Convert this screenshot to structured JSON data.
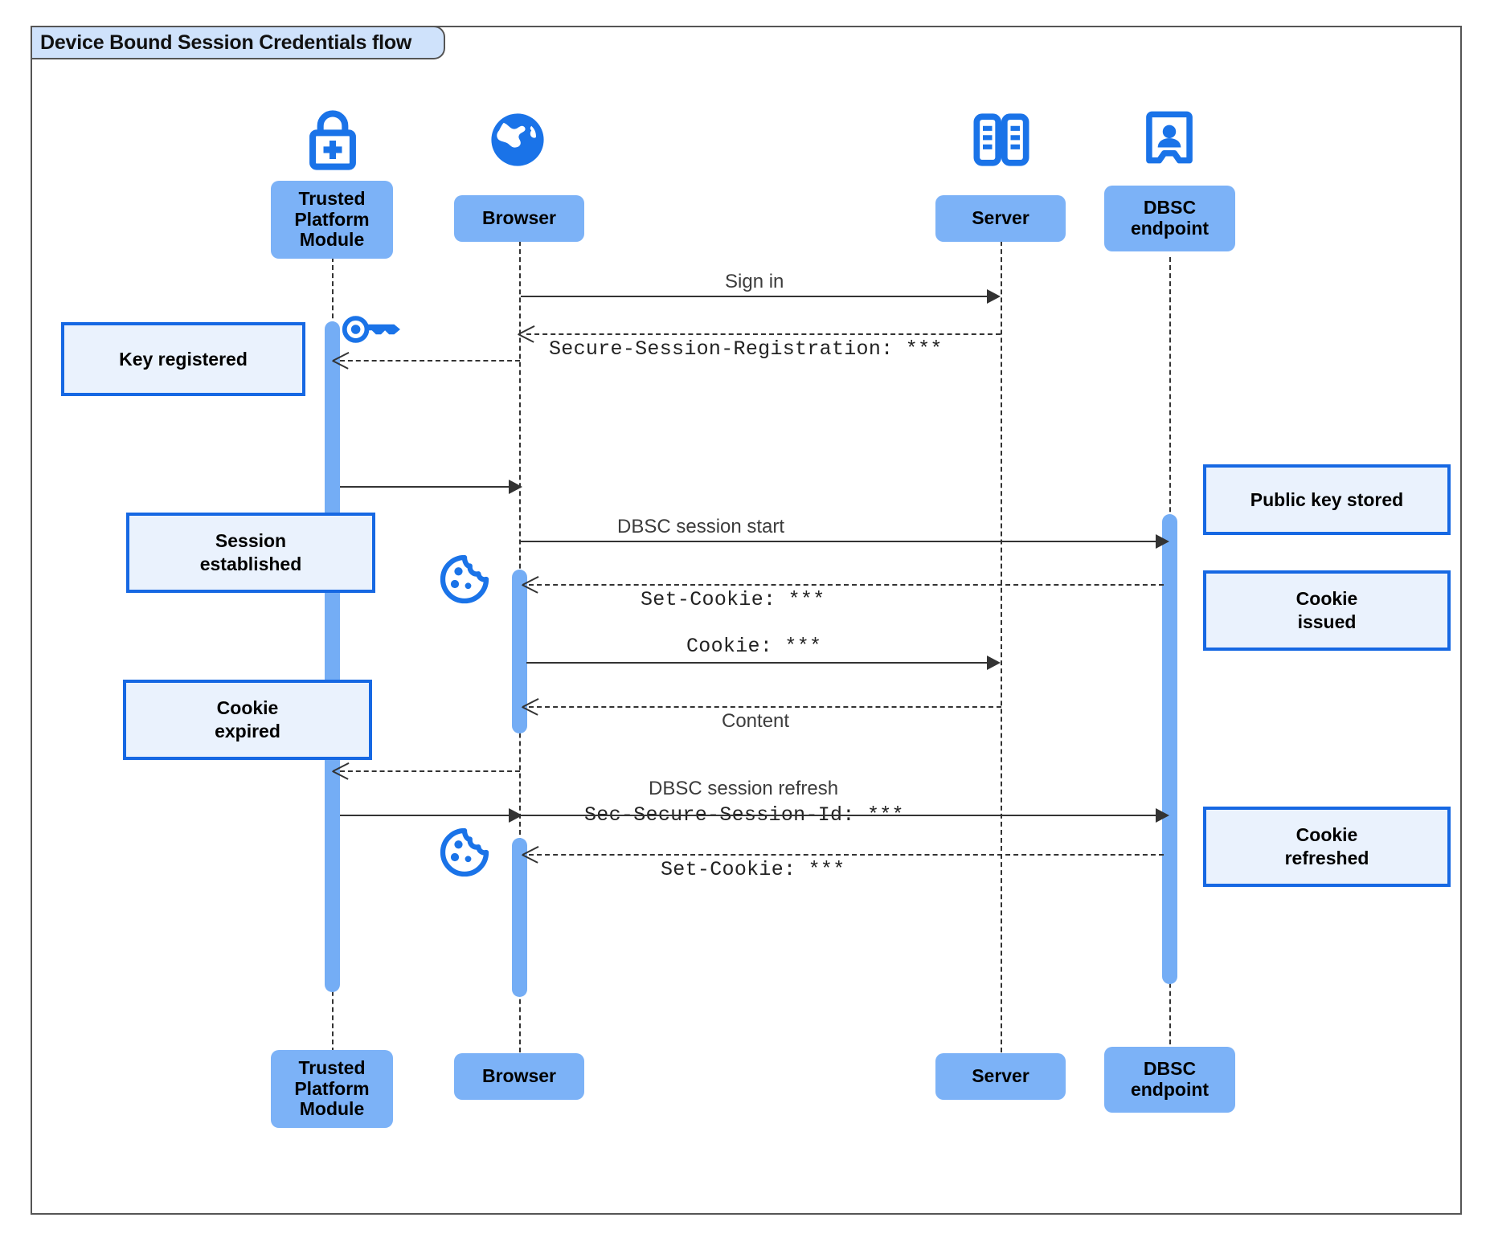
{
  "diagram": {
    "title": "Device Bound Session Credentials flow",
    "type": "sequence-diagram",
    "colors": {
      "participant_fill": "#7cb2f7",
      "activation_fill": "#74adf5",
      "note_fill": "#eaf2fd",
      "note_border": "#1668e3",
      "icon_blue": "#1a73e8",
      "frame_border": "#555555",
      "frame_tab_fill": "#cfe2fb"
    }
  },
  "participants": [
    {
      "id": "tpm",
      "label": "Trusted\nPlatform\nModule",
      "label_line1": "Trusted",
      "label_line2": "Platform",
      "label_line3": "Module",
      "icon": "lock-plus-icon"
    },
    {
      "id": "browser",
      "label": "Browser",
      "icon": "globe-icon"
    },
    {
      "id": "server",
      "label": "Server",
      "icon": "server-rack-icon"
    },
    {
      "id": "dbsc",
      "label": "DBSC\nendpoint",
      "label_line1": "DBSC",
      "label_line2": "endpoint",
      "icon": "id-badge-icon"
    }
  ],
  "footer_participants": [
    {
      "id": "tpm",
      "label_line1": "Trusted",
      "label_line2": "Platform",
      "label_line3": "Module"
    },
    {
      "id": "browser",
      "label": "Browser"
    },
    {
      "id": "server",
      "label": "Server"
    },
    {
      "id": "dbsc",
      "label_line1": "DBSC",
      "label_line2": "endpoint"
    }
  ],
  "messages": [
    {
      "id": "m1",
      "from": "browser",
      "to": "server",
      "label": "Sign in",
      "style": "solid",
      "font": "sans"
    },
    {
      "id": "m2",
      "from": "server",
      "to": "browser",
      "label": "Secure-Session-Registration: ***",
      "style": "dashed",
      "font": "mono"
    },
    {
      "id": "m3",
      "from": "browser",
      "to": "tpm",
      "label": "",
      "style": "dashed",
      "font": "sans"
    },
    {
      "id": "m4",
      "from": "tpm",
      "to": "browser",
      "label": "",
      "style": "solid",
      "font": "sans"
    },
    {
      "id": "m5",
      "from": "browser",
      "to": "dbsc",
      "label": "DBSC session start",
      "style": "solid",
      "font": "sans"
    },
    {
      "id": "m6",
      "from": "dbsc",
      "to": "browser",
      "label": "Set-Cookie: ***",
      "style": "dashed",
      "font": "mono"
    },
    {
      "id": "m7",
      "from": "browser",
      "to": "server",
      "label": "Cookie: ***",
      "style": "solid",
      "font": "mono"
    },
    {
      "id": "m8",
      "from": "server",
      "to": "browser",
      "label": "Content",
      "style": "dashed",
      "font": "sans"
    },
    {
      "id": "m9",
      "from": "browser",
      "to": "tpm",
      "label": "",
      "style": "dashed",
      "font": "sans"
    },
    {
      "id": "m10",
      "from": "tpm",
      "to": "dbsc",
      "label_line1": "DBSC session refresh",
      "label_line2": "Sec-Secure-Session-Id: ***",
      "style": "solid",
      "font": "mixed"
    },
    {
      "id": "m11",
      "from": "dbsc",
      "to": "browser",
      "label": "Set-Cookie: ***",
      "style": "dashed",
      "font": "mono"
    }
  ],
  "notes": [
    {
      "id": "n1",
      "text": "Key registered",
      "side": "left",
      "attached_to": "tpm"
    },
    {
      "id": "n2",
      "text_line1": "Session",
      "text_line2": "established",
      "side": "left",
      "attached_to": "tpm"
    },
    {
      "id": "n3",
      "text_line1": "Cookie",
      "text_line2": "expired",
      "side": "left",
      "attached_to": "tpm"
    },
    {
      "id": "n4",
      "text": "Public key stored",
      "side": "right",
      "attached_to": "dbsc"
    },
    {
      "id": "n5",
      "text_line1": "Cookie",
      "text_line2": "issued",
      "side": "right",
      "attached_to": "dbsc"
    },
    {
      "id": "n6",
      "text_line1": "Cookie",
      "text_line2": "refreshed",
      "side": "right",
      "attached_to": "dbsc"
    }
  ],
  "inline_icons": [
    {
      "id": "key1",
      "name": "key-icon",
      "near": "tpm"
    },
    {
      "id": "cookie1",
      "name": "cookie-icon",
      "near": "browser"
    },
    {
      "id": "cookie2",
      "name": "cookie-icon",
      "near": "browser"
    }
  ]
}
